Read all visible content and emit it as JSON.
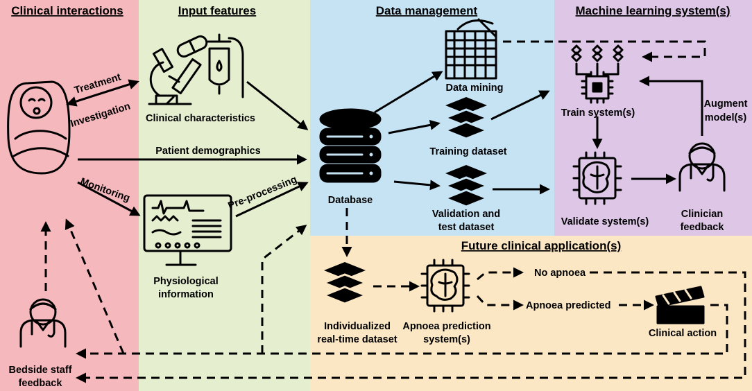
{
  "panels": {
    "clinical_interactions": {
      "title": "Clinical interactions",
      "color": "#f5b8bd"
    },
    "input_features": {
      "title": "Input features",
      "color": "#e5efd0"
    },
    "data_management": {
      "title": "Data management",
      "color": "#c6e3f4"
    },
    "machine_learning": {
      "title": "Machine learning system(s)",
      "color": "#ddc6e6"
    },
    "future_application": {
      "title": "Future clinical application(s)",
      "color": "#fbe7c3"
    }
  },
  "labels": {
    "treatment": "Treatment",
    "investigation": "Investigation",
    "clinical_characteristics": "Clinical characteristics",
    "patient_demographics": "Patient demographics",
    "monitoring": "Monitoring",
    "pre_processing": "Pre-processing",
    "physiological_line1": "Physiological",
    "physiological_line2": "information",
    "database": "Database",
    "data_mining": "Data mining",
    "training_dataset": "Training dataset",
    "validation_line1": "Validation and",
    "validation_line2": "test dataset",
    "train_systems": "Train system(s)",
    "augment_line1": "Augment",
    "augment_line2": "model(s)",
    "validate_systems": "Validate system(s)",
    "clinician_line1": "Clinician",
    "clinician_line2": "feedback",
    "bedside_line1": "Bedside staff",
    "bedside_line2": "feedback",
    "individualized_line1": "Individualized",
    "individualized_line2": "real-time dataset",
    "apnoea_system_line1": "Apnoea prediction",
    "apnoea_system_line2": "system(s)",
    "no_apnoea": "No apnoea",
    "apnoea_predicted": "Apnoea predicted",
    "clinical_action": "Clinical action"
  },
  "icons": [
    "infant-icon",
    "microscope-icon",
    "pill-icon",
    "syringe-icon",
    "iv-bag-icon",
    "monitor-icon",
    "database-icon",
    "data-mining-icon",
    "layers-icon",
    "neural-network-icon",
    "chip-icon",
    "brain-chip-icon",
    "clinician-icon",
    "clapperboard-icon"
  ]
}
